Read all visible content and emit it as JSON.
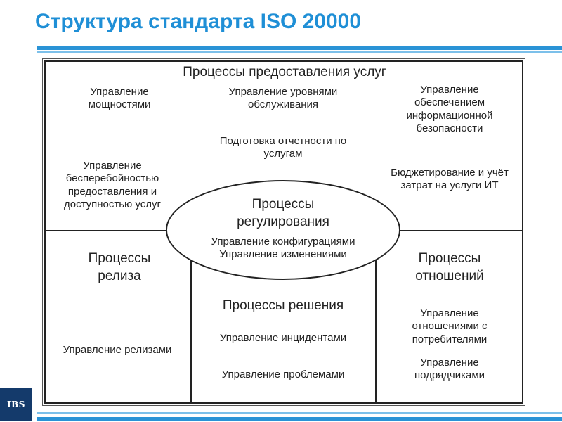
{
  "slide": {
    "title": "Структура стандарта ISO 20000",
    "logo_text": "IBS"
  },
  "diagram": {
    "service_delivery": {
      "header": "Процессы предоставления услуг",
      "capacity": [
        "Управление",
        "мощностями"
      ],
      "service_level": [
        "Управление уровнями",
        "обслуживания"
      ],
      "info_security": [
        "Управление",
        "обеспечением",
        "информационной",
        "безопасности"
      ],
      "reporting": [
        "Подготовка отчетности по",
        "услугам"
      ],
      "continuity": [
        "Управление",
        "бесперебойностью",
        "предоставления и",
        "доступностью услуг"
      ],
      "budgeting": [
        "Бюджетирование и учёт",
        "затрат на услуги ИТ"
      ]
    },
    "control": {
      "header": [
        "Процессы",
        "регулирования"
      ],
      "items": [
        "Управление конфигурациями",
        "Управление изменениями"
      ]
    },
    "release": {
      "header": [
        "Процессы",
        "релиза"
      ],
      "item": "Управление релизами"
    },
    "resolution": {
      "header": "Процессы решения",
      "incidents": "Управление инцидентами",
      "problems": "Управление проблемами"
    },
    "relationship": {
      "header": [
        "Процессы",
        "отношений"
      ],
      "customers": [
        "Управление",
        "отношениями с",
        "потребителями"
      ],
      "suppliers": [
        "Управление",
        "подрядчиками"
      ]
    }
  }
}
